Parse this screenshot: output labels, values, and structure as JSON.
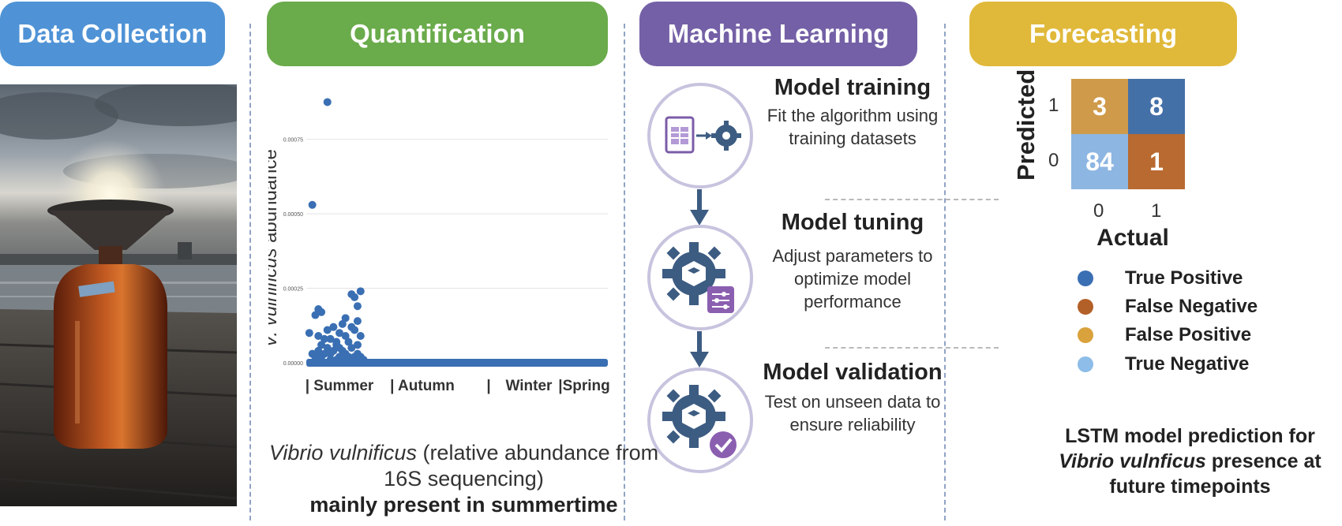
{
  "headers": [
    {
      "label": "Data Collection",
      "color": "#4f93d6"
    },
    {
      "label": "Quantification",
      "color": "#6aab4b"
    },
    {
      "label": "Machine Learning",
      "color": "#7460a6"
    },
    {
      "label": "Forecasting",
      "color": "#e0b93a"
    }
  ],
  "chart_data": {
    "type": "scatter",
    "ylabel_italic": "V. vulnificus",
    "ylabel_rest": " abundance",
    "y_ticks": [
      "0.00000",
      "0.00025",
      "0.00050",
      "0.00075"
    ],
    "ylim": [
      0,
      0.0009
    ],
    "season_labels": [
      "| Summer",
      "| Autumn",
      "|",
      "Winter",
      "|Spring"
    ],
    "baseline_value": 0,
    "points": [
      [
        0.07,
        0.000875
      ],
      [
        0.02,
        0.00053
      ],
      [
        0.03,
        0.00016
      ],
      [
        0.04,
        0.00018
      ],
      [
        0.05,
        0.00017
      ],
      [
        0.01,
        0.0001
      ],
      [
        0.02,
        3e-05
      ],
      [
        0.03,
        2e-05
      ],
      [
        0.04,
        4e-05
      ],
      [
        0.05,
        2e-05
      ],
      [
        0.06,
        3e-05
      ],
      [
        0.07,
        5e-05
      ],
      [
        0.08,
        3e-05
      ],
      [
        0.09,
        4e-05
      ],
      [
        0.1,
        6e-05
      ],
      [
        0.11,
        2e-05
      ],
      [
        0.12,
        4e-05
      ],
      [
        0.13,
        3e-05
      ],
      [
        0.14,
        2e-05
      ],
      [
        0.15,
        5e-05
      ],
      [
        0.16,
        2e-05
      ],
      [
        0.17,
        3e-05
      ],
      [
        0.06,
        8e-05
      ],
      [
        0.09,
        0.00012
      ],
      [
        0.11,
        0.0001
      ],
      [
        0.13,
        9e-05
      ],
      [
        0.15,
        0.00012
      ],
      [
        0.07,
        0.00011
      ],
      [
        0.1,
        7e-05
      ],
      [
        0.12,
        0.00013
      ],
      [
        0.14,
        7e-05
      ],
      [
        0.16,
        0.00011
      ],
      [
        0.17,
        0.00014
      ],
      [
        0.16,
        0.00022
      ],
      [
        0.18,
        0.00024
      ],
      [
        0.17,
        0.00019
      ],
      [
        0.15,
        0.00023
      ],
      [
        0.08,
        1e-05
      ],
      [
        0.1,
        1e-05
      ],
      [
        0.12,
        2e-05
      ],
      [
        0.14,
        1e-05
      ],
      [
        0.18,
        2e-05
      ],
      [
        0.19,
        1e-05
      ],
      [
        0.05,
        6e-05
      ],
      [
        0.17,
        6e-05
      ],
      [
        0.08,
        8e-05
      ],
      [
        0.11,
        5e-05
      ],
      [
        0.13,
        0.00015
      ],
      [
        0.18,
        9e-05
      ],
      [
        0.04,
        9e-05
      ]
    ]
  },
  "quant_caption": {
    "italic": "Vibrio vulnificus",
    "rest": " (relative abundance from 16S sequencing)",
    "bold": "mainly present in summertime"
  },
  "ml_steps": [
    {
      "title": "Model training",
      "desc": "Fit the algorithm using training datasets"
    },
    {
      "title": "Model tuning",
      "desc": "Adjust parameters to optimize model performance"
    },
    {
      "title": "Model validation",
      "desc": "Test on unseen data to ensure reliability"
    }
  ],
  "confusion_matrix": {
    "ylabel": "Predicted",
    "xlabel": "Actual",
    "row_ticks": [
      "1",
      "0"
    ],
    "col_ticks": [
      "0",
      "1"
    ],
    "cells": [
      {
        "value": "3",
        "color": "#cf9a4a"
      },
      {
        "value": "8",
        "color": "#4470a8"
      },
      {
        "value": "84",
        "color": "#8db6e2"
      },
      {
        "value": "1",
        "color": "#b86a30"
      }
    ]
  },
  "legend": [
    {
      "label": "True Positive",
      "color": "#3a6fb3"
    },
    {
      "label": "False Negative",
      "color": "#b35f28"
    },
    {
      "label": "False Positive",
      "color": "#d9a23c"
    },
    {
      "label": "True Negative",
      "color": "#8dbde8"
    }
  ],
  "forecast_caption": {
    "line1": "LSTM model prediction for",
    "italic": "Vibrio vulnficus",
    "rest": " presence at future timepoints"
  }
}
